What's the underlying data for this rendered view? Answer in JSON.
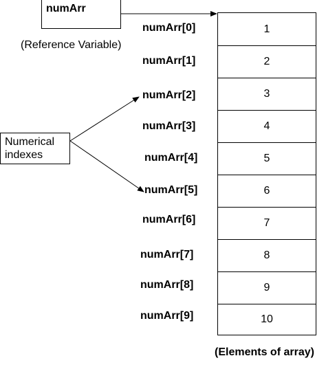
{
  "reference": {
    "name": "numArr",
    "caption": "(Reference Variable)"
  },
  "index_note": {
    "line1": "Numerical",
    "line2": "indexes"
  },
  "array": {
    "indexes": [
      "numArr[0]",
      "numArr[1]",
      "numArr[2]",
      "numArr[3]",
      "numArr[4]",
      "numArr[5]",
      "numArr[6]",
      "numArr[7]",
      "numArr[8]",
      "numArr[9]"
    ],
    "values": [
      "1",
      "2",
      "3",
      "4",
      "5",
      "6",
      "7",
      "8",
      "9",
      "10"
    ],
    "caption": "(Elements of array)"
  },
  "colors": {
    "line": "#000000",
    "background": "#ffffff"
  }
}
